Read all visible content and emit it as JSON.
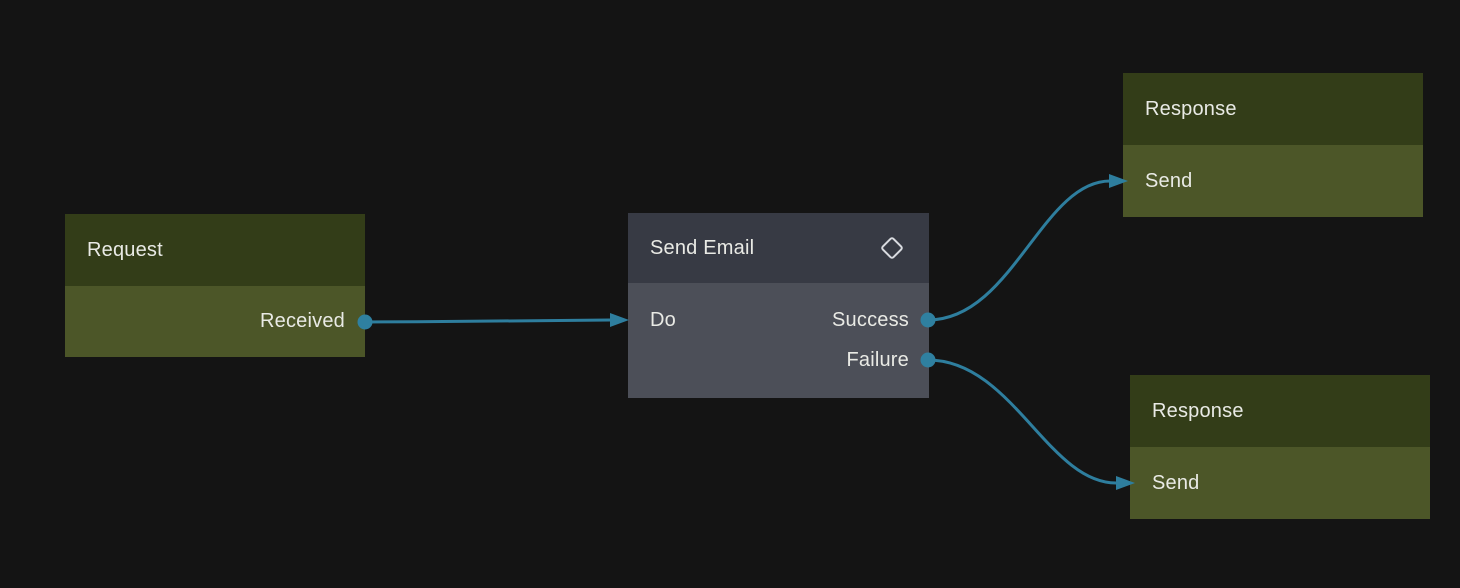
{
  "canvas": {
    "background": "#141414",
    "description": "workflow node editor canvas"
  },
  "colors": {
    "background": "#141414",
    "edge": "#2e7e9e",
    "port_dot": "#2f80a0",
    "olive_node_header": "#333d18",
    "olive_node_body": "#4c5628",
    "slate_node_header": "#373a44",
    "slate_node_body": "#4c4f58",
    "text": "#e9eae5",
    "icon_stroke": "#d9dbe0"
  },
  "nodes": [
    {
      "id": "request",
      "title": "Request",
      "style": "olive",
      "inputs": [],
      "outputs": [
        {
          "label": "Received"
        }
      ]
    },
    {
      "id": "send-email",
      "title": "Send Email",
      "style": "slate",
      "icon": "diamond-icon",
      "inputs": [
        {
          "label": "Do"
        }
      ],
      "outputs": [
        {
          "label": "Success"
        },
        {
          "label": "Failure"
        }
      ]
    },
    {
      "id": "response-success",
      "title": "Response",
      "style": "olive",
      "inputs": [
        {
          "label": "Send"
        }
      ],
      "outputs": []
    },
    {
      "id": "response-failure",
      "title": "Response",
      "style": "olive",
      "inputs": [
        {
          "label": "Send"
        }
      ],
      "outputs": []
    }
  ],
  "edges": [
    {
      "from": "request.Received",
      "to": "send-email.Do"
    },
    {
      "from": "send-email.Success",
      "to": "response-success.Send"
    },
    {
      "from": "send-email.Failure",
      "to": "response-failure.Send"
    }
  ]
}
